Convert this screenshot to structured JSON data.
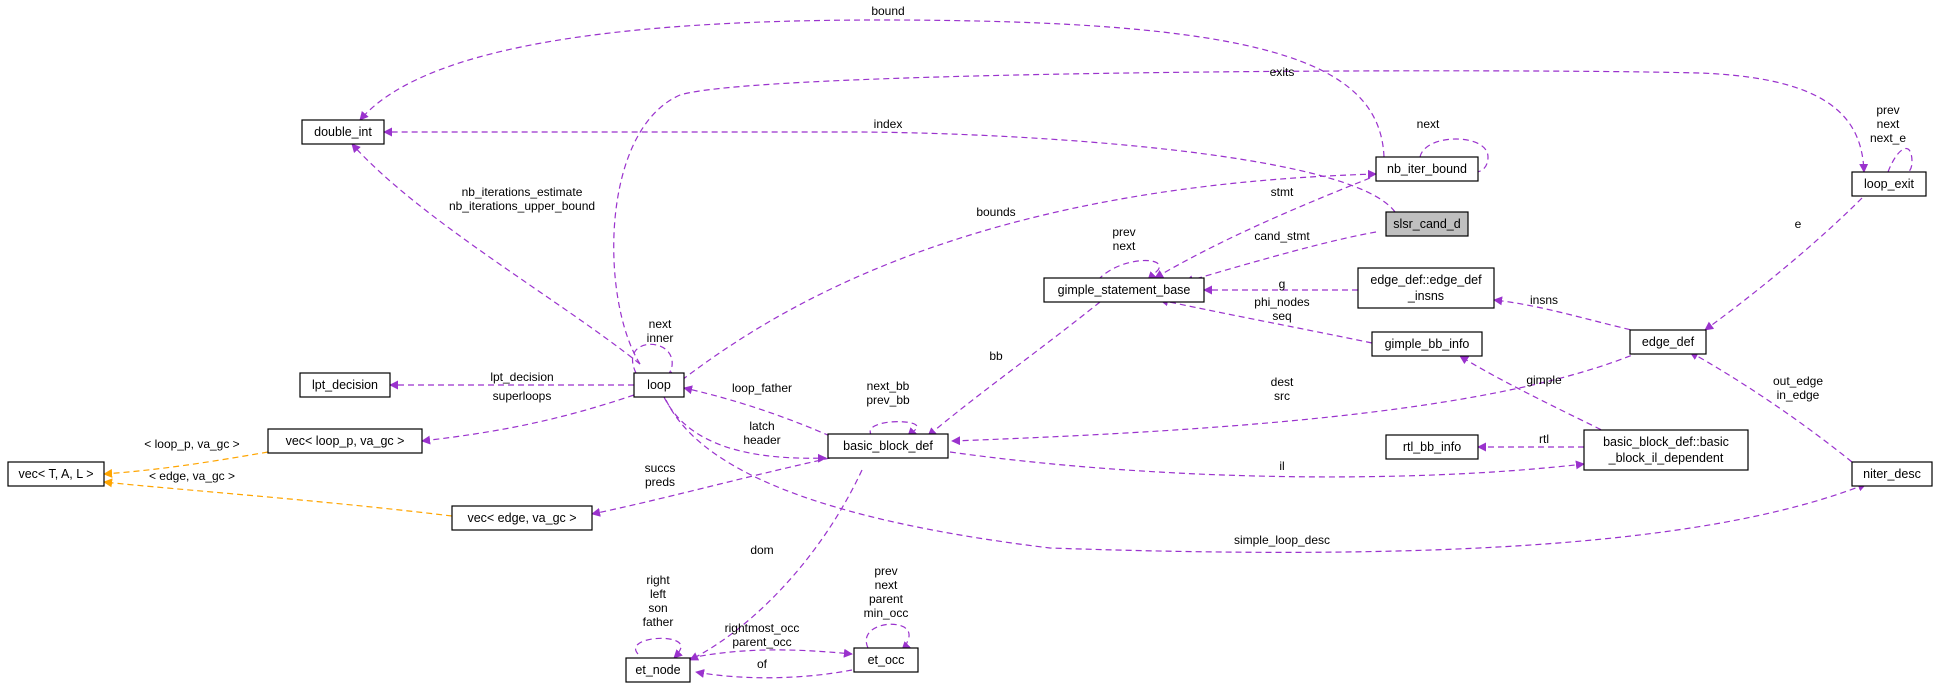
{
  "diagram": {
    "colors": {
      "usage_edge": "#9a32cd",
      "template_edge": "#ffa500",
      "node_border": "#000000",
      "highlight_fill": "#bfbfbf"
    },
    "nodes": {
      "double_int": "double_int",
      "nb_iter_bound": "nb_iter_bound",
      "slsr_cand_d": "slsr_cand_d",
      "loop_exit": "loop_exit",
      "gimple_statement_base": "gimple_statement_base",
      "edge_def_insns": [
        "edge_def::edge_def",
        "_insns"
      ],
      "gimple_bb_info": "gimple_bb_info",
      "edge_def": "edge_def",
      "lpt_decision": "lpt_decision",
      "loop": "loop",
      "vec_loop_p": "vec< loop_p, va_gc >",
      "basic_block_def": "basic_block_def",
      "rtl_bb_info": "rtl_bb_info",
      "bb_il_dependent": [
        "basic_block_def::basic",
        "_block_il_dependent"
      ],
      "vec_tal": "vec< T, A, L >",
      "niter_desc": "niter_desc",
      "vec_edge": "vec< edge, va_gc >",
      "et_node": "et_node",
      "et_occ": "et_occ"
    },
    "edge_labels": {
      "bound": "bound",
      "exits": "exits",
      "index": "index",
      "next_nb": "next",
      "loop_exit_self": [
        "prev",
        "next",
        "next_e"
      ],
      "nb_iterations": [
        "nb_iterations_estimate",
        "nb_iterations_upper_bound"
      ],
      "stmt": "stmt",
      "bounds": "bounds",
      "cand_stmt": "cand_stmt",
      "gimple_self": [
        "prev",
        "next"
      ],
      "e": "e",
      "g": "g",
      "phi_seq": [
        "phi_nodes",
        "seq"
      ],
      "insns": "insns",
      "loop_self": [
        "next",
        "inner"
      ],
      "bb": "bb",
      "lpt_decision": "lpt_decision",
      "superloops": "superloops",
      "loop_father": "loop_father",
      "bb_self": [
        "next_bb",
        "prev_bb"
      ],
      "gimple": "gimple",
      "dest_src": [
        "dest",
        "src"
      ],
      "out_in_edge": [
        "out_edge",
        "in_edge"
      ],
      "latch_header": [
        "latch",
        "header"
      ],
      "rtl": "rtl",
      "il": "il",
      "vec_loop_p_arg": "< loop_p, va_gc >",
      "vec_edge_arg": "< edge, va_gc >",
      "succs_preds": [
        "succs",
        "preds"
      ],
      "simple_loop_desc": "simple_loop_desc",
      "dom": "dom",
      "et_occ_self": [
        "prev",
        "next",
        "parent",
        "min_occ"
      ],
      "et_node_self": [
        "right",
        "left",
        "son",
        "father"
      ],
      "rightmost_parent": [
        "rightmost_occ",
        "parent_occ"
      ],
      "of": "of"
    }
  }
}
